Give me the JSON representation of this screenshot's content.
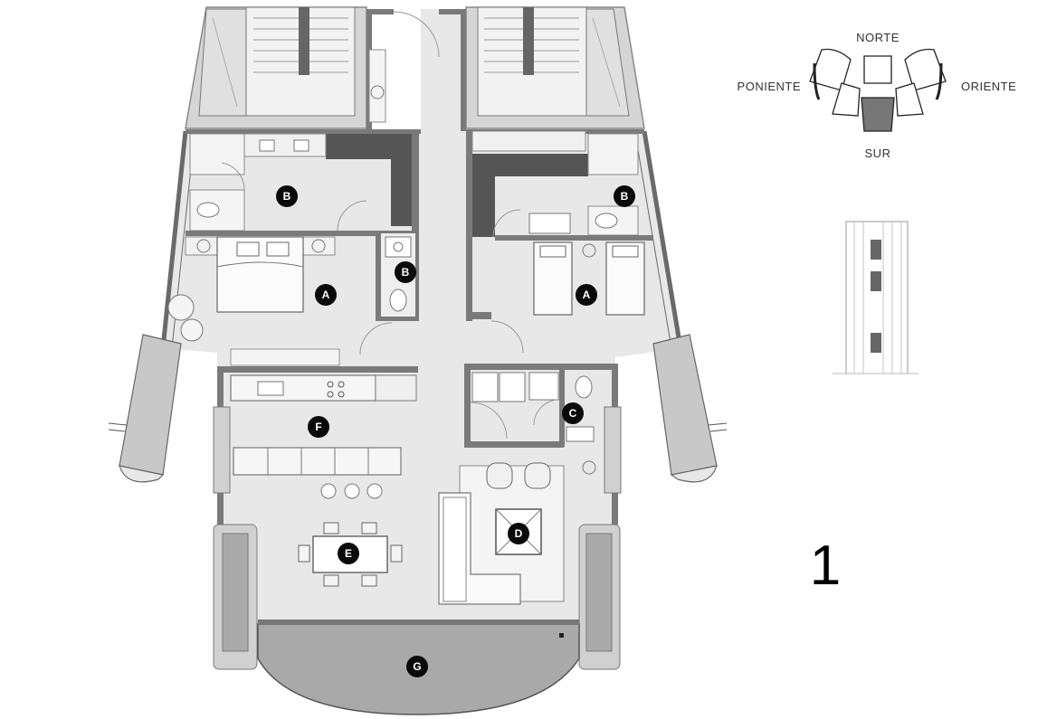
{
  "unit_number": "1",
  "compass": {
    "north": "NORTE",
    "south": "SUR",
    "east": "ORIENTE",
    "west": "PONIENTE"
  },
  "room_markers": [
    {
      "id": "bedroom-left",
      "letter": "A"
    },
    {
      "id": "bedroom-right",
      "letter": "A"
    },
    {
      "id": "bath-left",
      "letter": "B"
    },
    {
      "id": "bath-center",
      "letter": "B"
    },
    {
      "id": "bath-right",
      "letter": "B"
    },
    {
      "id": "service",
      "letter": "C"
    },
    {
      "id": "living",
      "letter": "D"
    },
    {
      "id": "dining",
      "letter": "E"
    },
    {
      "id": "kitchen",
      "letter": "F"
    },
    {
      "id": "terrace",
      "letter": "G"
    }
  ],
  "colors": {
    "floor": "#e6e6e6",
    "wall": "#8a8a8a",
    "wall_dark": "#555555",
    "terrace": "#a8a8a8",
    "marker": "#0a0a0a",
    "highlight": "#777777"
  }
}
